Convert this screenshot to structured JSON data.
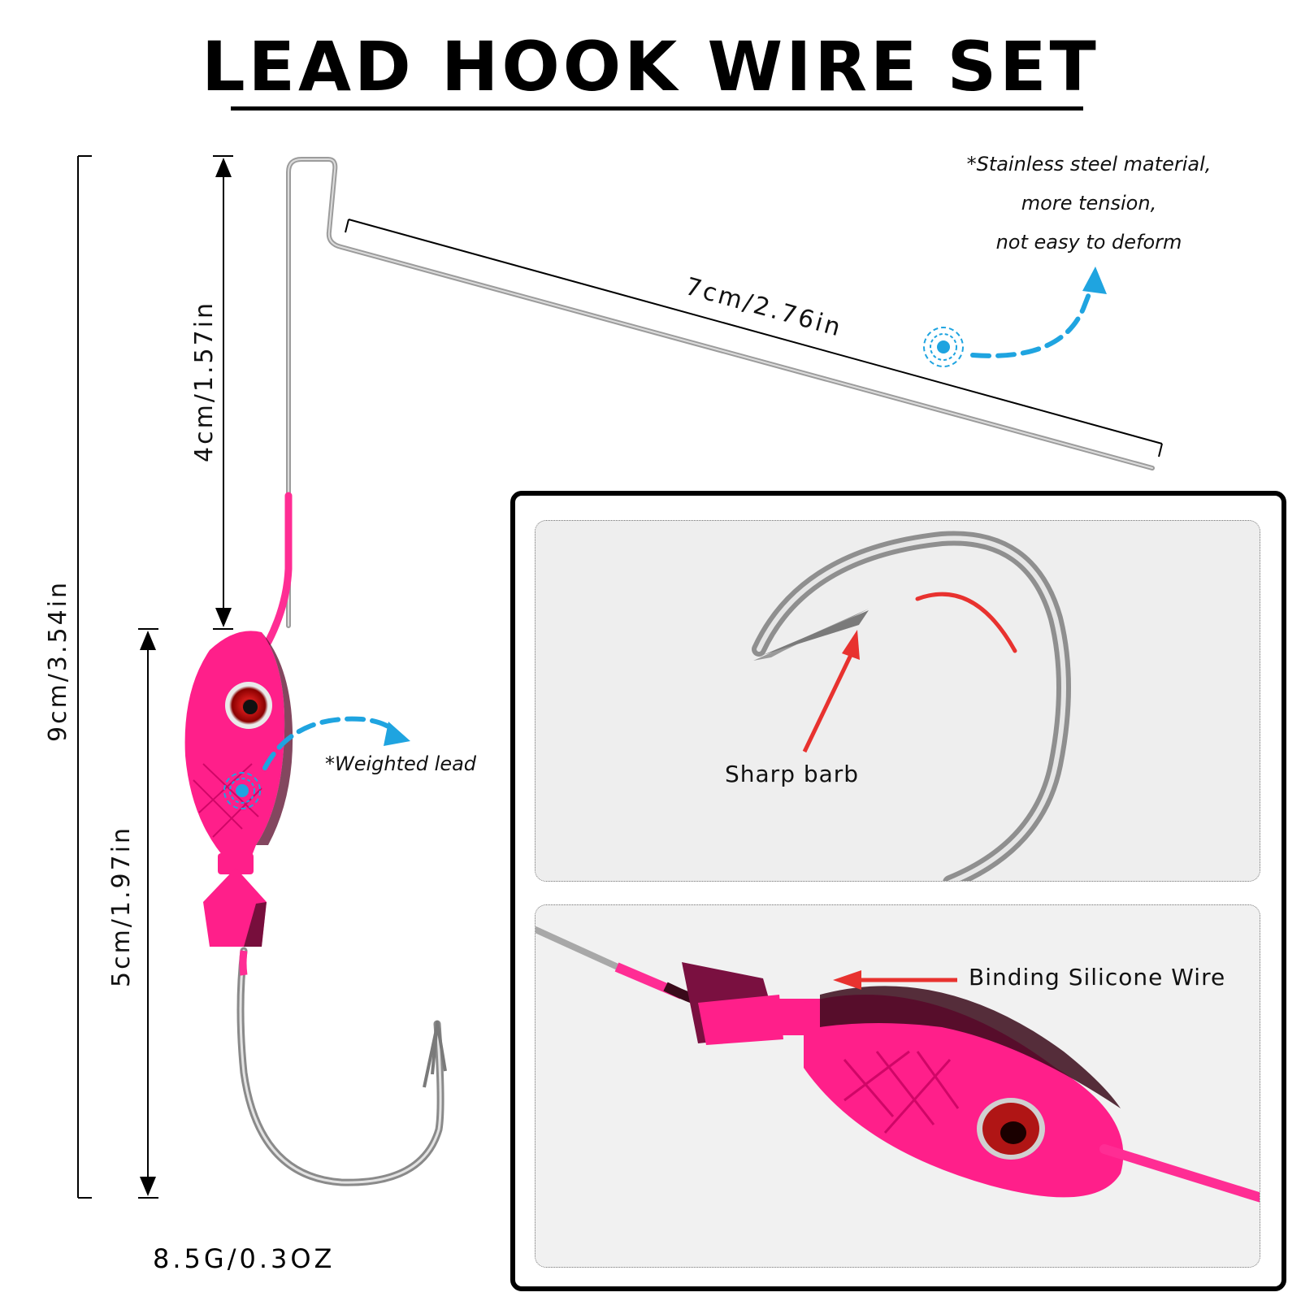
{
  "title": "LEAD HOOK WIRE SET",
  "dimensions": {
    "total_height": "9cm/3.54in",
    "upper_wire": "4cm/1.57in",
    "hook_section": "5cm/1.97in",
    "arm_length": "7cm/2.76in"
  },
  "notes": {
    "material_line1": "*Stainless steel material,",
    "material_line2": "more tension,",
    "material_line3": "not easy to deform",
    "weighted_lead": "*Weighted lead"
  },
  "weight": "8.5G/0.3OZ",
  "callouts": {
    "sharp_barb": "Sharp barb",
    "binding_wire": "Binding Silicone Wire"
  },
  "colors": {
    "lead_pink": "#ff1f8a",
    "accent_blue": "#1fa4e0",
    "arrow_red": "#e8322f",
    "wire_silver": "#b9b9b9"
  }
}
